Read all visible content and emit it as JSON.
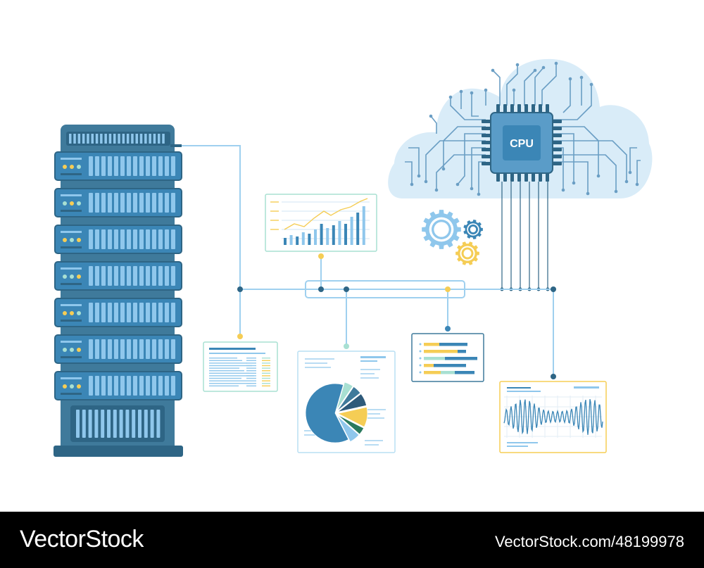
{
  "chip": {
    "label": "CPU"
  },
  "footer": {
    "brand": "VectorStock",
    "image_code": "VectorStock.com/48199978"
  },
  "colors": {
    "server_body": "#3f7a9b",
    "server_dark": "#2e6585",
    "server_vent": "#8fc7ec",
    "cloud_fill": "#d9ecf8",
    "circuit": "#6a9ec4",
    "chip_fill": "#5a9cc8",
    "line": "#9fd0ef",
    "accent_yellow": "#f5cd55",
    "accent_green": "#a8e0d2",
    "accent_blue": "#3b86b6"
  },
  "icons": [
    "server-rack-icon",
    "cloud-icon",
    "cpu-chip-icon",
    "gear-icon",
    "bar-chart-icon",
    "pie-chart-icon",
    "document-icon",
    "waveform-icon"
  ]
}
